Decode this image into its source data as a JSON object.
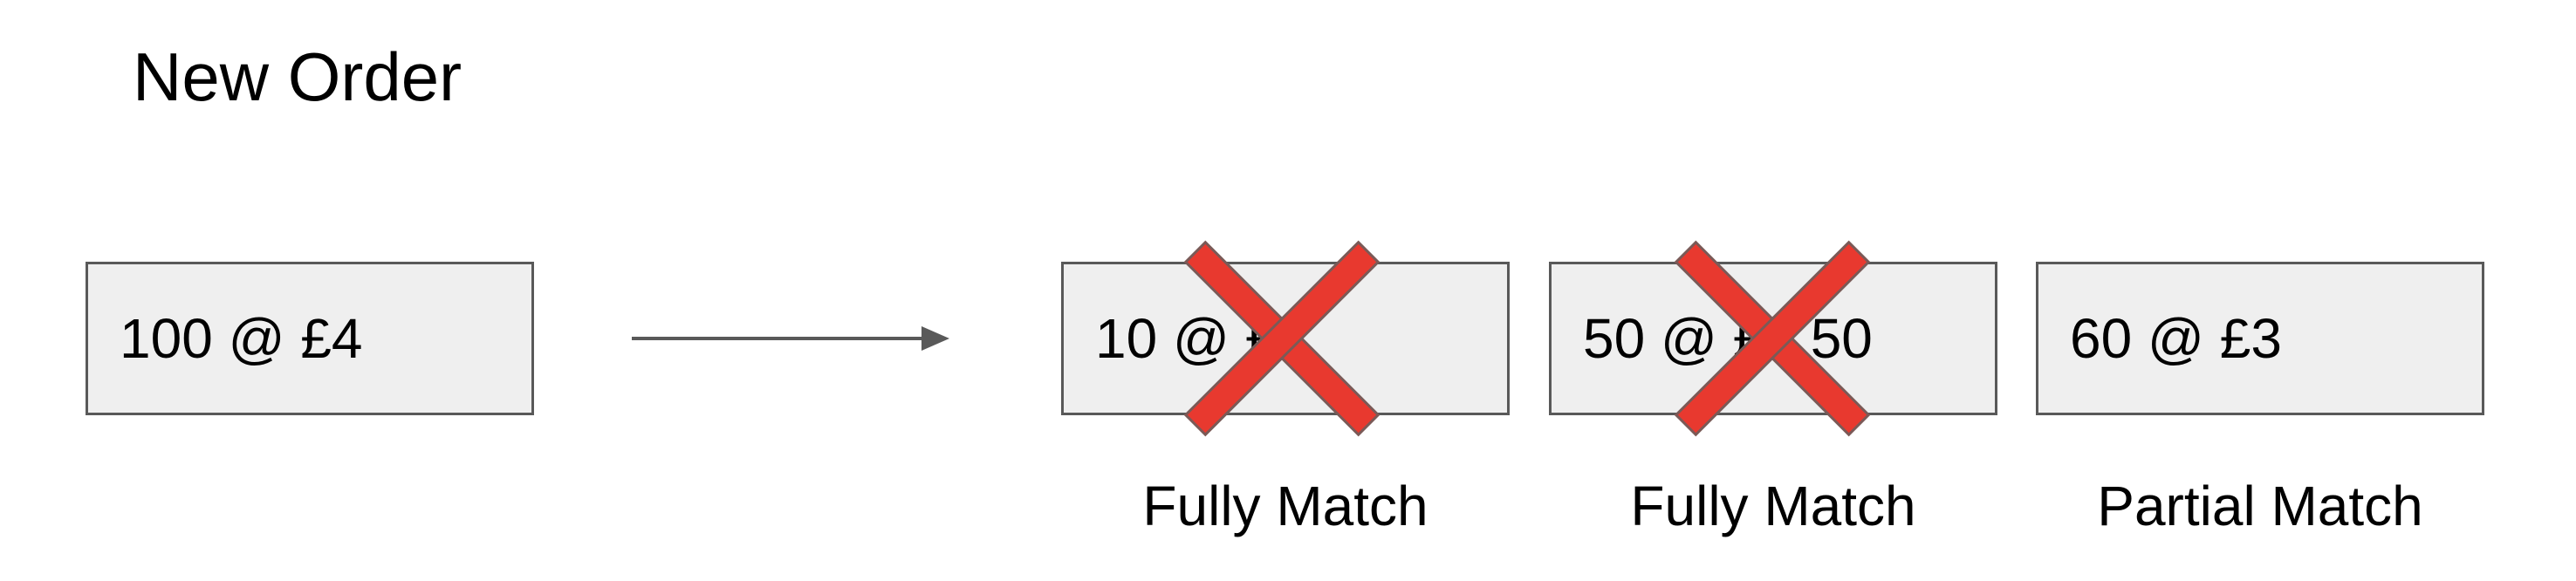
{
  "title": "New Order",
  "new_order": {
    "label": "100 @ £4"
  },
  "resting_orders": [
    {
      "label": "10 @ £3",
      "caption": "Fully Match",
      "crossed_out": true
    },
    {
      "label": "50 @ £3.50",
      "caption": "Fully Match",
      "crossed_out": true
    },
    {
      "label": "60 @ £3",
      "caption": "Partial Match",
      "crossed_out": false
    }
  ],
  "colors": {
    "box_fill": "#efefef",
    "box_border": "#595959",
    "cross_fill": "#e8392f",
    "cross_border": "#7a5a57",
    "arrow": "#595959"
  },
  "icons": {
    "arrow": "right-arrow-icon",
    "cross": "cross-mark-icon"
  }
}
